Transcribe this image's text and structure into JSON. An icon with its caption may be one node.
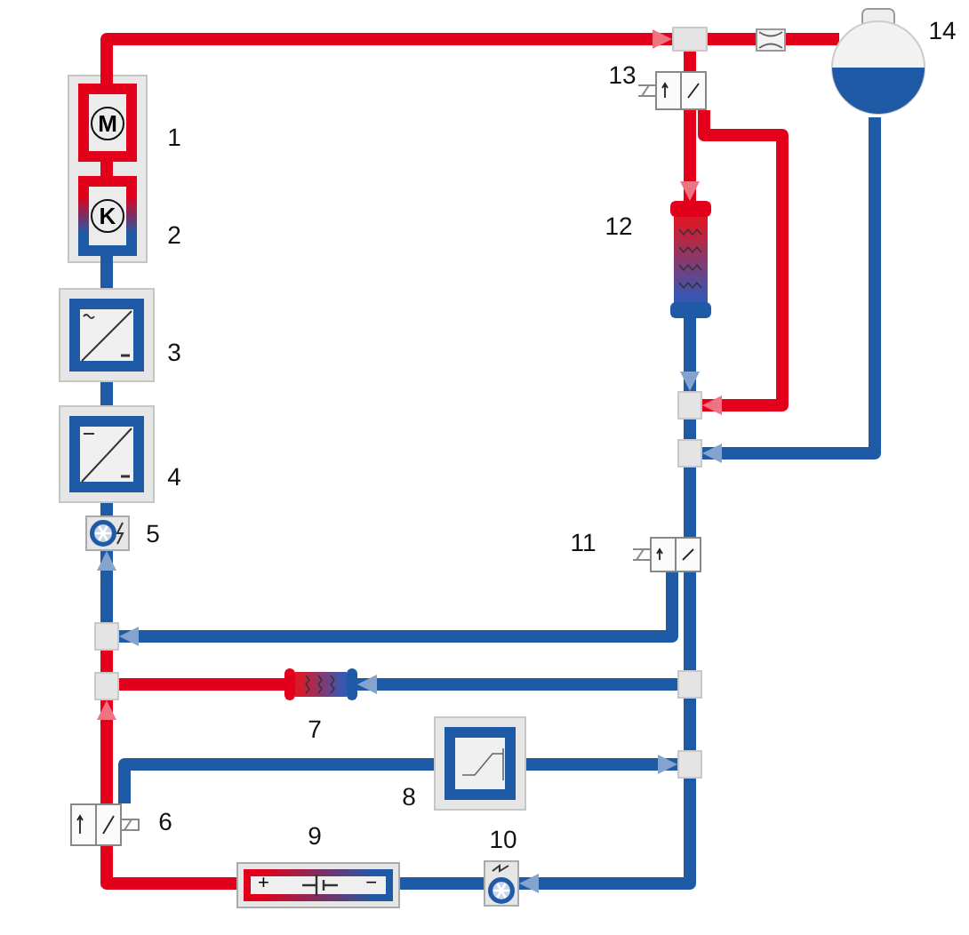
{
  "diagram": {
    "nodes": [
      {
        "text": [
          "M"
        ],
        "beside": [
          "1"
        ]
      },
      {
        "text": [
          "K"
        ],
        "beside": [
          "2"
        ]
      },
      {
        "text": [],
        "shape": "box",
        "beside": [
          "3"
        ]
      },
      {
        "text": [],
        "shape": "box",
        "beside": [
          "4"
        ]
      },
      {
        "text": [],
        "shape": "box",
        "beside": [
          "5"
        ]
      },
      {
        "text": [],
        "shape": "box",
        "beside": [
          "6"
        ]
      },
      {
        "text": [],
        "shape": "cylinder",
        "beside": [
          "7"
        ]
      },
      {
        "text": [],
        "shape": "box",
        "beside": [
          "8"
        ]
      },
      {
        "text": [
          "+",
          "−"
        ],
        "beside": [
          "9"
        ]
      },
      {
        "text": [],
        "shape": "box",
        "beside": [
          "10"
        ]
      },
      {
        "text": [],
        "shape": "box",
        "beside": [
          "11"
        ]
      },
      {
        "text": [],
        "shape": "cylinder",
        "beside": [
          "12"
        ]
      },
      {
        "text": [],
        "shape": "box",
        "beside": [
          "13"
        ]
      },
      {
        "text": [],
        "shape": "circle",
        "beside": [
          "14"
        ]
      },
      {
        "text": [],
        "shape": "box"
      },
      {
        "text": [],
        "shape": "box"
      },
      {
        "text": [],
        "shape": "box"
      },
      {
        "text": [],
        "shape": "box"
      },
      {
        "text": [],
        "shape": "box"
      },
      {
        "text": [],
        "shape": "box"
      },
      {
        "text": [],
        "shape": "box"
      },
      {
        "text": [],
        "shape": "box"
      }
    ],
    "edges": [
      {
        "from": 1,
        "to": 0,
        "arrow": "none",
        "color": "#e2001a"
      },
      {
        "from": 0,
        "to": 15,
        "arrow": "to",
        "color": "#e2001a"
      },
      {
        "from": 15,
        "to": 14,
        "arrow": "none",
        "color": "#e2001a"
      },
      {
        "from": 14,
        "to": 13,
        "arrow": "none",
        "color": "#e2001a"
      },
      {
        "from": 15,
        "to": 12,
        "arrow": "none",
        "color": "#e2001a"
      },
      {
        "from": 12,
        "to": 11,
        "arrow": "to",
        "color": "#e2001a"
      },
      {
        "from": 12,
        "to": 16,
        "arrow": "to",
        "color": "#e2001a"
      },
      {
        "from": 11,
        "to": 16,
        "arrow": "to"
      },
      {
        "from": 13,
        "to": 17,
        "arrow": "to"
      },
      {
        "from": 16,
        "to": 17,
        "arrow": "none"
      },
      {
        "from": 17,
        "to": 10,
        "arrow": "none"
      },
      {
        "from": 10,
        "to": 20,
        "arrow": "to"
      },
      {
        "from": 10,
        "to": 18,
        "arrow": "none"
      },
      {
        "from": 18,
        "to": 6,
        "arrow": "to"
      },
      {
        "from": 6,
        "to": 21,
        "arrow": "none",
        "color": "#e2001a"
      },
      {
        "from": 18,
        "to": 19,
        "arrow": "none"
      },
      {
        "from": 7,
        "to": 19,
        "arrow": "to"
      },
      {
        "from": 5,
        "to": 7,
        "arrow": "none"
      },
      {
        "from": 19,
        "to": 9,
        "arrow": "to"
      },
      {
        "from": 9,
        "to": 8,
        "arrow": "none"
      },
      {
        "from": 8,
        "to": 5,
        "arrow": "none",
        "color": "#e2001a"
      },
      {
        "from": 5,
        "to": 21,
        "arrow": "to",
        "color": "#e2001a"
      },
      {
        "from": 21,
        "to": 20,
        "arrow": "none",
        "color": "#e2001a"
      },
      {
        "from": 20,
        "to": 4,
        "arrow": "to"
      },
      {
        "from": 4,
        "to": 3,
        "arrow": "none"
      },
      {
        "from": 3,
        "to": 2,
        "arrow": "none"
      },
      {
        "from": 2,
        "to": 1,
        "arrow": "none"
      }
    ]
  }
}
